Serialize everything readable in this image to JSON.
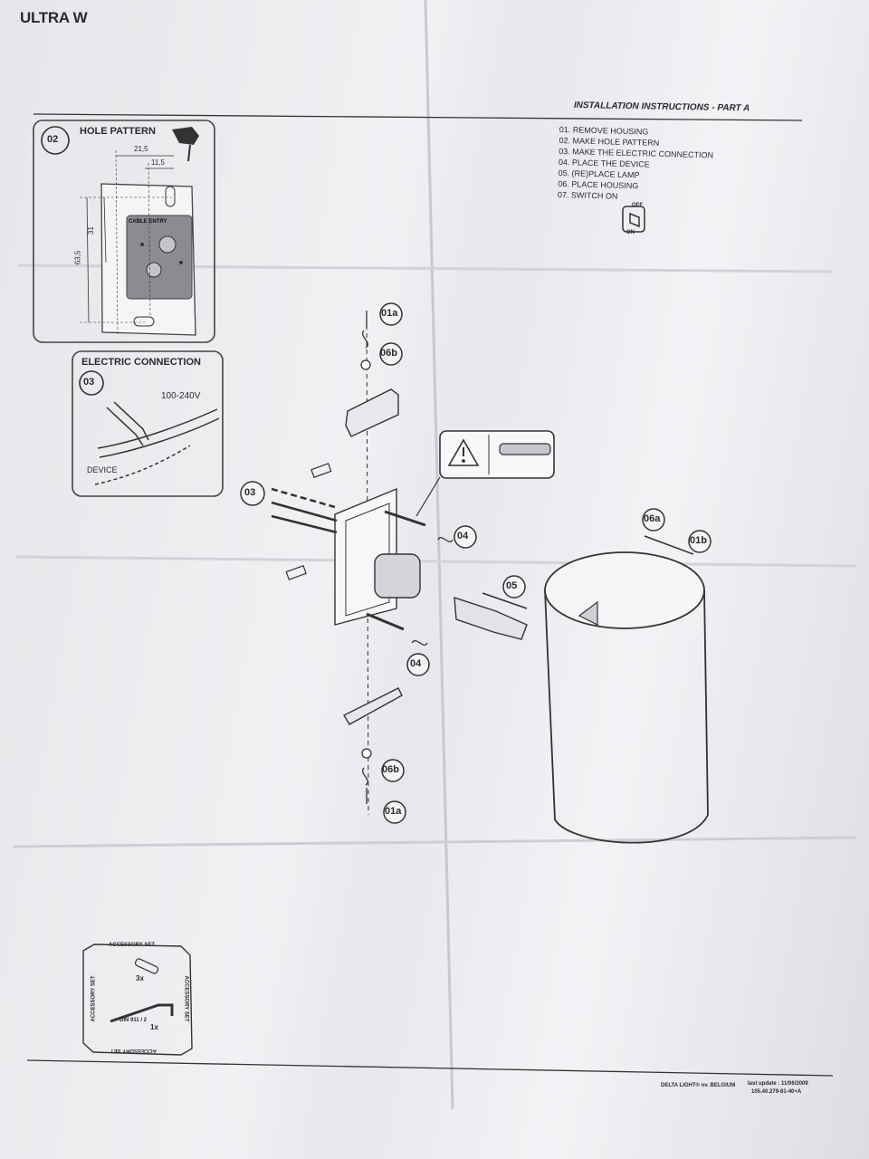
{
  "document": {
    "brand": "ULTRA W",
    "header": "INSTALLATION INSTRUCTIONS - PART A",
    "steps": [
      "01. REMOVE HOUSING",
      "02. MAKE HOLE PATTERN",
      "03. MAKE THE ELECTRIC CONNECTION",
      "04. PLACE THE DEVICE",
      "05. (RE)PLACE LAMP",
      "06. PLACE HOUSING",
      "07. SWITCH ON"
    ],
    "switch": {
      "off": "OFF",
      "on": "ON"
    }
  },
  "hole_pattern": {
    "number": "02",
    "title": "HOLE PATTERN",
    "dim_width": "21,5",
    "dim_offset": "11,5",
    "dim_height_inner": "31",
    "dim_height_outer": "63,5",
    "cable_entry": "CABLE ENTRY"
  },
  "electric": {
    "number": "03",
    "title": "ELECTRIC CONNECTION",
    "voltage": "100-240V",
    "device": "DEVICE"
  },
  "callouts": {
    "c01a_top": "01a",
    "c06b_top": "06b",
    "c03": "03",
    "c04_top": "04",
    "c05": "05",
    "c04_bottom": "04",
    "c06b_bottom": "06b",
    "c01a_bottom": "01a",
    "c06a": "06a",
    "c01b": "01b"
  },
  "accessory": {
    "title": "ACCESSORY SET",
    "qty_plug": "3x",
    "din": "DIN 911 / 2",
    "qty_key": "1x"
  },
  "footer": {
    "company": "DELTA LIGHT® nv. BELGIUM",
    "update": "last update : 11/06/2009",
    "code": "105.40.279-81-40+A"
  }
}
